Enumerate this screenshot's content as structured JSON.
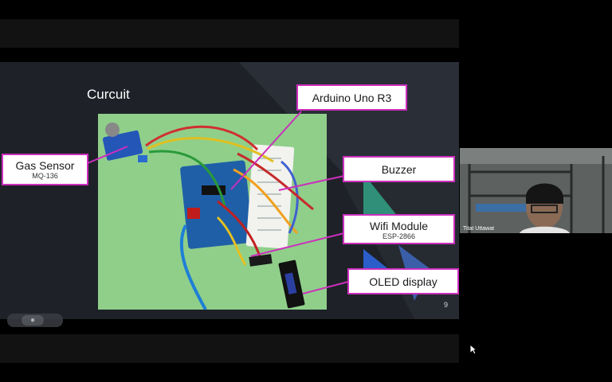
{
  "slide": {
    "title": "Curcuit",
    "page_number": "9",
    "labels": {
      "gas_sensor": {
        "title": "Gas Sensor",
        "subtitle": "MQ-136"
      },
      "arduino": {
        "title": "Arduino Uno R3"
      },
      "buzzer": {
        "title": "Buzzer"
      },
      "wifi": {
        "title": "Wifi Module",
        "subtitle": "ESP-2866"
      },
      "oled": {
        "title": "OLED display"
      }
    }
  },
  "video": {
    "participant_name": "Titat Uttawat"
  },
  "colors": {
    "callout_border": "#cc2ebd",
    "slide_bg": "#1e2228",
    "board_bg": "#8fcf8a"
  },
  "icons": {
    "slide_controls": "slide-nav-icon",
    "cursor": "mouse-pointer-icon"
  }
}
